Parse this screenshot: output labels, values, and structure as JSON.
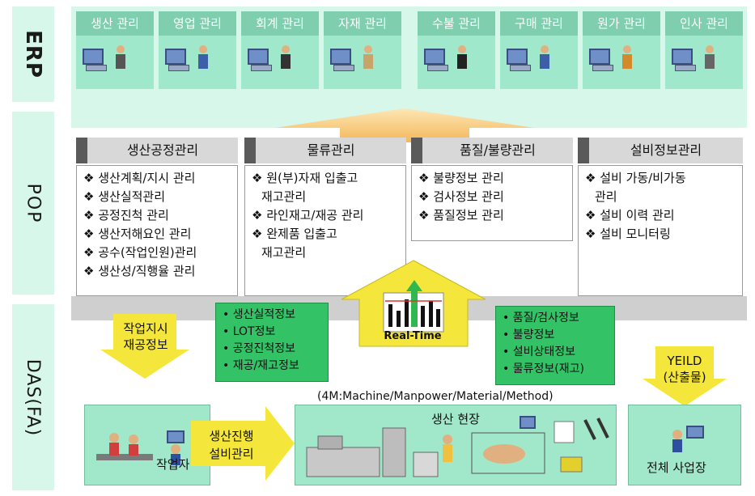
{
  "bands": {
    "erp_label": "ERP",
    "pop_label": "POP",
    "das_label": "DAS(FA)"
  },
  "erp_modules": [
    {
      "label": "생산 관리",
      "icon": "factory-icon"
    },
    {
      "label": "영업 관리",
      "icon": "sales-people-icon"
    },
    {
      "label": "회계 관리",
      "icon": "accountant-icon"
    },
    {
      "label": "자재 관리",
      "icon": "warehouse-icon"
    },
    {
      "label": "수불 관리",
      "icon": "worker-icon"
    },
    {
      "label": "구매 관리",
      "icon": "buyer-icon"
    },
    {
      "label": "원가 관리",
      "icon": "cost-icon"
    },
    {
      "label": "인사 관리",
      "icon": "staff-icon"
    }
  ],
  "pop_modules": [
    {
      "title": "생산공정관리",
      "items": [
        "❖ 생산계획/지시 관리",
        "❖ 생산실적관리",
        "❖ 공정진척 관리",
        "❖ 생산저해요인 관리",
        "❖ 공수(작업인원)관리",
        "❖ 생산성/직행율 관리"
      ]
    },
    {
      "title": "물류관리",
      "items": [
        "❖ 원(부)자재 입출고",
        "재고관리",
        "❖ 라인재고/재공 관리",
        "❖ 완제품 입출고",
        "재고관리"
      ]
    },
    {
      "title": "품질/불량관리",
      "items": [
        "❖ 불량정보 관리",
        "❖ 검사정보 관리",
        "❖ 품질정보 관리"
      ]
    },
    {
      "title": "설비정보관리",
      "items": [
        "❖ 설비 가동/비가동",
        "관리",
        "❖ 설비 이력 관리",
        "❖ 설비 모니터링"
      ]
    }
  ],
  "das": {
    "work_order_arrow": [
      "작업지시",
      "재공정보"
    ],
    "production_info": [
      "• 생산실적정보",
      "• LOT정보",
      "• 공정진척정보",
      "• 재공/재고정보"
    ],
    "realtime_label": "Real-Time",
    "quality_info": [
      "• 품질/검사정보",
      "• 불량정보",
      "• 설비상태정보",
      "• 물류정보(재고)"
    ],
    "yield_arrow": [
      "YEILD",
      "(산출물)"
    ],
    "four_m": "(4M:Machine/Manpower/Material/Method)",
    "worker_label": "작업자",
    "progress_arrow": [
      "생산진행",
      "설비관리"
    ],
    "site_label": "생산 현장",
    "plant_label": "전체 사업장"
  },
  "colors": {
    "band": "#d6f7ea",
    "erp_module": "#9fe8cb",
    "erp_label_bg": "#7fcfae",
    "green_info": "#33c266",
    "arrow_yellow": "#f5e63c",
    "arrow_orange": "#f7c97a"
  }
}
